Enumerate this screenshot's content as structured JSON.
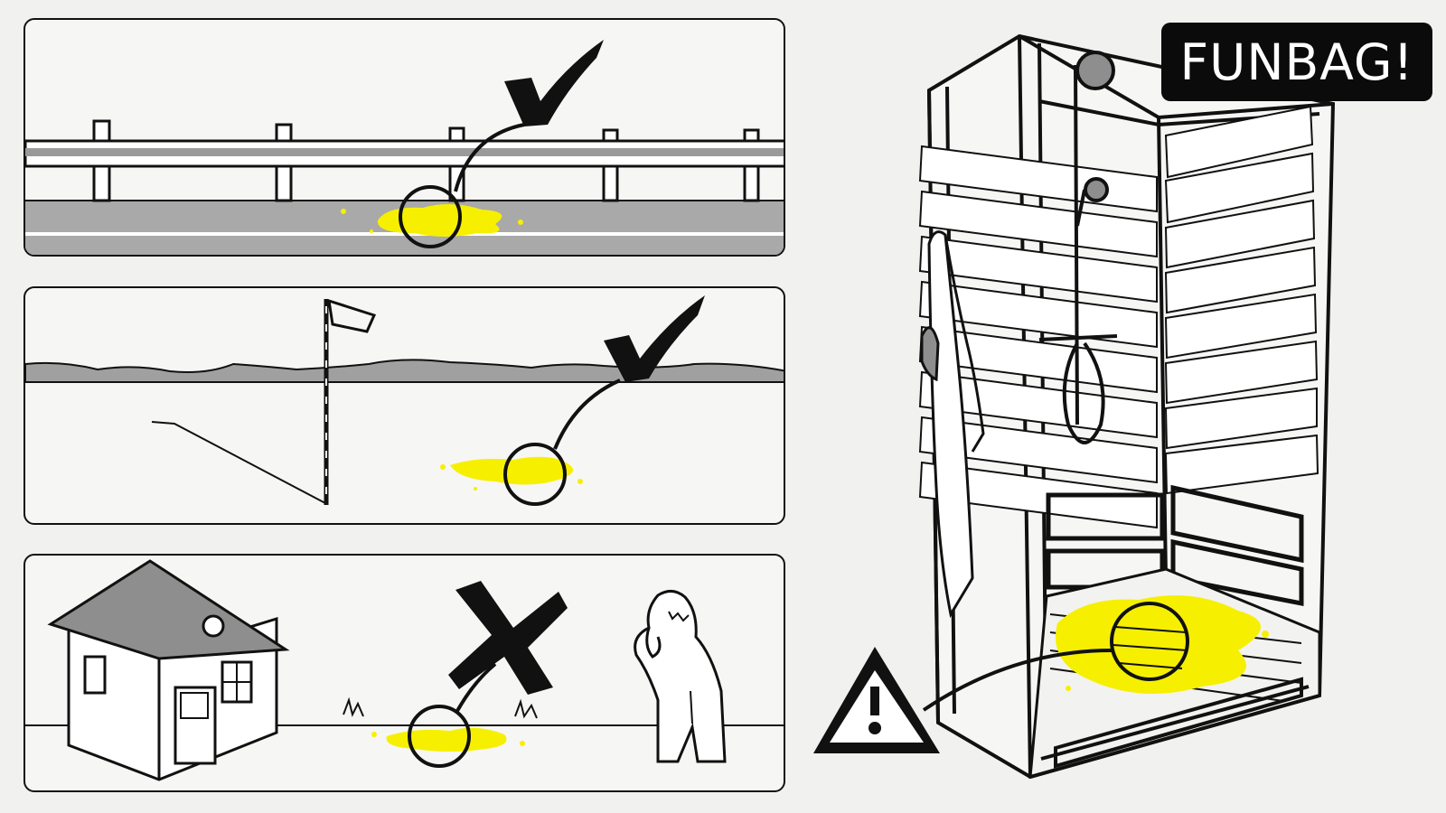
{
  "brand": {
    "label": "FUNBAG!"
  },
  "colors": {
    "ink": "#111111",
    "paper": "#f6f6f4",
    "background": "#f1f1ef",
    "puddle": "#f6f000",
    "road": "#a9a9a9",
    "roof": "#8e8e8e"
  },
  "panels": [
    {
      "scene": "highway-guardrail",
      "verdict": "check-icon"
    },
    {
      "scene": "golf-course-flag",
      "verdict": "check-icon"
    },
    {
      "scene": "house-lawn-with-worried-neighbor",
      "verdict": "cross-icon"
    }
  ],
  "shower": {
    "verdict": "warning-triangle-icon"
  }
}
